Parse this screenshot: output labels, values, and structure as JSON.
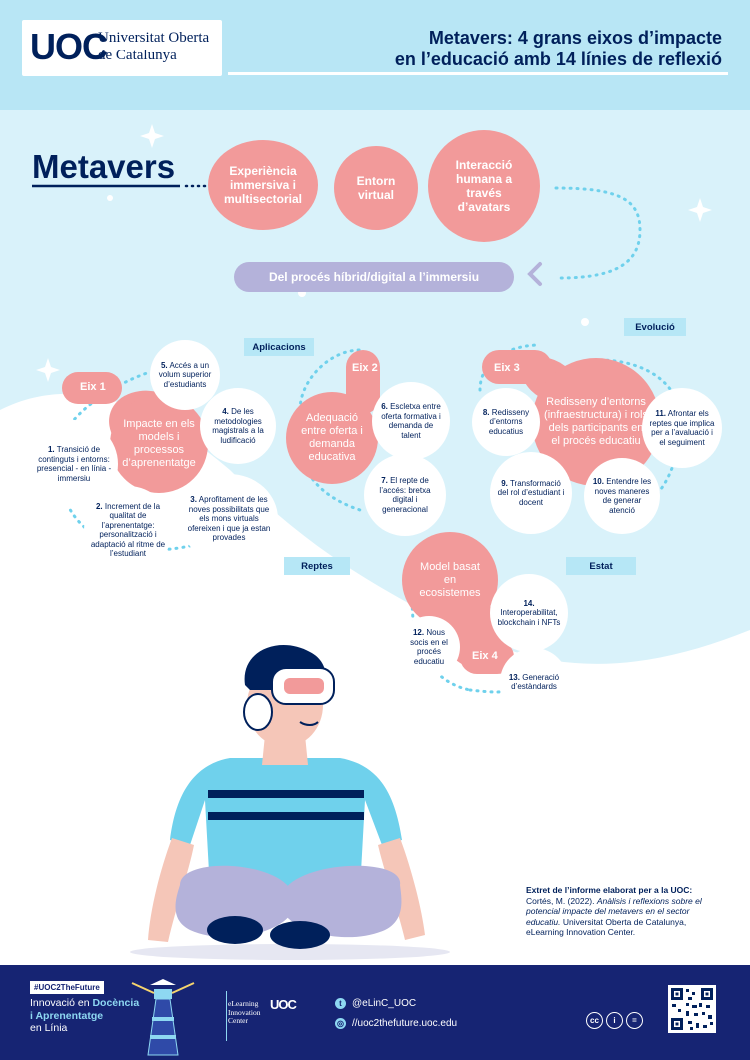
{
  "header": {
    "logo_mark": "UOC",
    "logo_name_line1": "Universitat Oberta",
    "logo_name_line2": "de Catalunya",
    "title_line1": "Metavers: 4 grans eixos d’impacte",
    "title_line2": "en l’educació amb 14 línies de reflexió"
  },
  "intro": {
    "title": "Metavers",
    "circles": [
      "Experiència immersiva i multisectorial",
      "Entorn virtual",
      "Interacció humana a través d’avatars"
    ],
    "banner": "Del procés híbrid/digital a l’immersiu"
  },
  "tags": {
    "aplicacions": "Aplicacions",
    "evolucio": "Evolució",
    "reptes": "Reptes",
    "estat": "Estat"
  },
  "eix1": {
    "label": "Eix 1",
    "title": "Impacte en els models i processos d’aprenentatge",
    "items": [
      {
        "num": "1.",
        "text": "Transició de continguts i entorns: presencial - en línia - immersiu"
      },
      {
        "num": "2.",
        "text": "Increment de la qualitat de l’aprenentatge: personalització i adaptació al ritme de l’estudiant"
      },
      {
        "num": "3.",
        "text": "Aprofitament de les noves possibilitats que els mons virtuals ofereixen i que ja estan provades"
      },
      {
        "num": "4.",
        "text": "De les metodologies magistrals a la ludificació"
      },
      {
        "num": "5.",
        "text": "Accés a un volum superior d’estudiants"
      }
    ]
  },
  "eix2": {
    "label": "Eix 2",
    "title": "Adequació entre oferta i demanda educativa",
    "items": [
      {
        "num": "6.",
        "text": "Escletxa entre oferta formativa i demanda de talent"
      },
      {
        "num": "7.",
        "text": "El repte de l’accés: bretxa digital i generacional"
      }
    ]
  },
  "eix3": {
    "label": "Eix 3",
    "title": "Redisseny d’entorns (infraestructura) i rols dels participants en el procés educatiu",
    "items": [
      {
        "num": "8.",
        "text": "Redisseny d’entorns educatius"
      },
      {
        "num": "9.",
        "text": "Transformació del rol d’estudiant i docent"
      },
      {
        "num": "10.",
        "text": "Entendre les noves maneres de generar atenció"
      },
      {
        "num": "11.",
        "text": "Afrontar els reptes que implica per a l’avaluació i el seguiment"
      }
    ]
  },
  "eix4": {
    "label": "Eix 4",
    "title": "Model basat en ecosistemes",
    "items": [
      {
        "num": "12.",
        "text": "Nous socis en el procés educatiu"
      },
      {
        "num": "13.",
        "text": "Generació d’estàndards"
      },
      {
        "num": "14.",
        "text": "Interoperabilitat, blockchain i NFTs"
      }
    ]
  },
  "source": {
    "heading": "Extret de l’informe elaborat per a la UOC:",
    "author": "Cortés, M. (2022).",
    "work": "Anàlisis i reflexions sobre el potencial impacte del metavers en el sector educatiu.",
    "publisher": "Universitat Oberta de Catalunya, eLearning Innovation Center."
  },
  "footer": {
    "hashtag": "#UOC2TheFuture",
    "line1_a": "Innovació en",
    "line1_b": "Docència",
    "line2": "i Aprenentatge",
    "line3": "en Línia",
    "elic_line1": "eLearning",
    "elic_line2": "Innovation",
    "elic_line3": "Center",
    "elic_mark": "UOC",
    "twitter": "@eLinC_UOC",
    "web": "//uoc2thefuture.uoc.edu"
  },
  "colors": {
    "navy": "#00205b",
    "pink": "#f29a9a",
    "lavender": "#b4b2da",
    "light_blue": "#b8e6f5",
    "footer_blue": "#162473"
  }
}
